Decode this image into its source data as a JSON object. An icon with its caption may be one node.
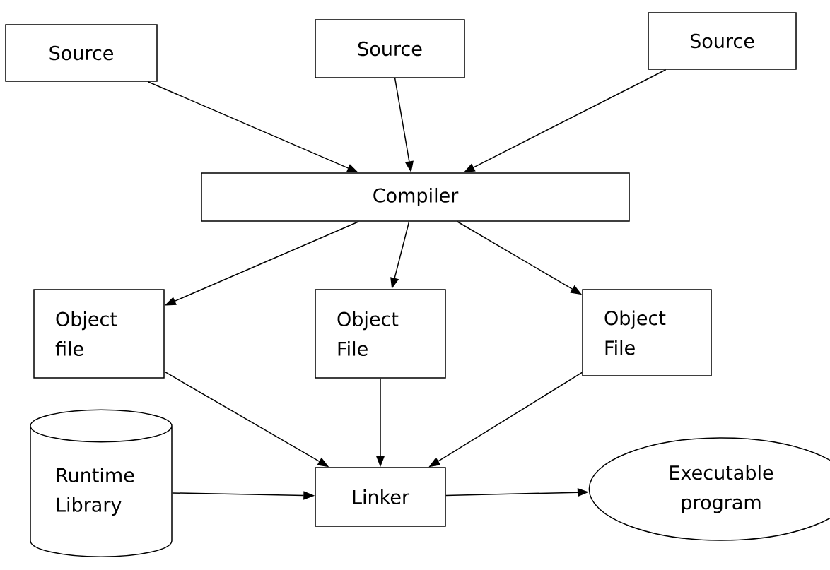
{
  "diagram": {
    "nodes": [
      {
        "text": [
          "Source"
        ]
      },
      {
        "text": [
          "Source"
        ]
      },
      {
        "text": [
          "Source"
        ]
      },
      {
        "text": [
          "Compiler"
        ]
      },
      {
        "text": [
          "Object file"
        ]
      },
      {
        "text": [
          "Object File"
        ]
      },
      {
        "text": [
          "Object File"
        ]
      },
      {
        "text": [
          "Runtime Library"
        ]
      },
      {
        "text": [
          "Linker"
        ]
      },
      {
        "text": [
          "Executable program"
        ]
      }
    ],
    "edges": [
      {
        "from": 0,
        "to": 3,
        "arrow": "to"
      },
      {
        "from": 1,
        "to": 3,
        "arrow": "to"
      },
      {
        "from": 2,
        "to": 3,
        "arrow": "to"
      },
      {
        "from": 3,
        "to": 4,
        "arrow": "to"
      },
      {
        "from": 3,
        "to": 5,
        "arrow": "to"
      },
      {
        "from": 3,
        "to": 6,
        "arrow": "to"
      },
      {
        "from": 4,
        "to": 8,
        "arrow": "to"
      },
      {
        "from": 5,
        "to": 8,
        "arrow": "to"
      },
      {
        "from": 6,
        "to": 8,
        "arrow": "to"
      },
      {
        "from": 7,
        "to": 8,
        "arrow": "to"
      },
      {
        "from": 8,
        "to": 9,
        "arrow": "to"
      }
    ]
  }
}
